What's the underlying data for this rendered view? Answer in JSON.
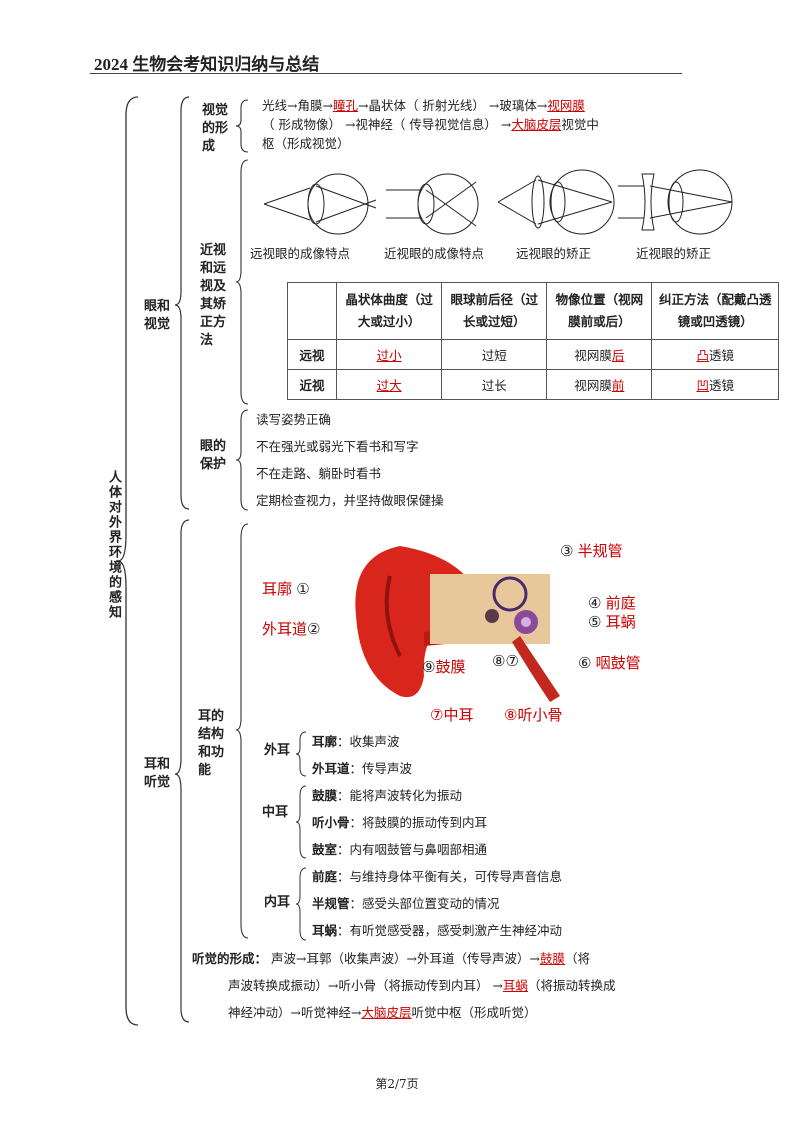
{
  "header": {
    "title": "2024 生物会考知识归纳与总结"
  },
  "root": {
    "label": "人体对外界环境的感知"
  },
  "eye_section": {
    "label": "眼和视觉",
    "formation": {
      "label": "视觉的形成",
      "line1_a": "光线→角膜→",
      "line1_pupil": "瞳孔",
      "line1_b": "→晶状体（ 折射光线） →玻璃体→",
      "line1_retina": "视网膜",
      "line2_a": "（ 形成物像） →视神经（ 传导视觉信息） →",
      "line2_cortex": "大脑皮层",
      "line2_b": "视觉中",
      "line3": "枢（形成视觉）"
    },
    "myopia": {
      "label": "近视和远视及其矫正方法",
      "captions": [
        "远视眼的成像特点",
        "近视眼的成像特点",
        "远视眼的矫正",
        "近视眼的矫正"
      ],
      "table": {
        "headers": [
          "",
          "晶状体曲度（过大或过小）",
          "眼球前后径（过长或过短）",
          "物像位置（视网膜前或后）",
          "纠正方法（配戴凸透镜或凹透镜）"
        ],
        "rows": [
          {
            "name": "远视",
            "curv": "过小",
            "len": "过短",
            "pos_a": "视网膜",
            "pos_b": "后",
            "fix_a": "凸",
            "fix_b": "透镜"
          },
          {
            "name": "近视",
            "curv": "过大",
            "len": "过长",
            "pos_a": "视网膜",
            "pos_b": "前",
            "fix_a": "凹",
            "fix_b": "透镜"
          }
        ]
      }
    },
    "protection": {
      "label": "眼的保护",
      "items": [
        "读写姿势正确",
        "不在强光或弱光下看书和写字",
        "不在走路、躺卧时看书",
        "定期检查视力，并坚持做眼保健操"
      ]
    }
  },
  "ear_section": {
    "label": "耳和听觉",
    "structure": {
      "label": "耳的结构和功能",
      "diagram_labels": {
        "n1": "①",
        "auricle": "耳廓",
        "n2": "②",
        "canal": "外耳道",
        "n3": "③",
        "semicircular": "半规管",
        "n4": "④",
        "vestibule": "前庭",
        "n5": "⑤",
        "cochlea": "耳蜗",
        "n6": "⑥",
        "eustachian": "咽鼓管",
        "n7": "⑦",
        "n8": "⑧",
        "n9": "⑨",
        "eardrum": "鼓膜",
        "middle_ear": "⑦中耳",
        "ossicles": "⑧听小骨"
      },
      "outer": {
        "label": "外耳",
        "items": [
          {
            "k": "耳廓",
            "v": "：收集声波"
          },
          {
            "k": "外耳道",
            "v": "：传导声波"
          }
        ]
      },
      "middle": {
        "label": "中耳",
        "items": [
          {
            "k": "鼓膜",
            "v": "：能将声波转化为振动"
          },
          {
            "k": "听小骨",
            "v": "：将鼓膜的振动传到内耳"
          },
          {
            "k": "鼓室",
            "v": "：内有咽鼓管与鼻咽部相通"
          }
        ]
      },
      "inner": {
        "label": "内耳",
        "items": [
          {
            "k": "前庭",
            "v": "：与维持身体平衡有关，可传导声音信息"
          },
          {
            "k": "半规管",
            "v": "：感受头部位置变动的情况"
          },
          {
            "k": "耳蜗",
            "v": "：有听觉感受器，感受刺激产生神经冲动"
          }
        ]
      }
    },
    "hearing": {
      "label": "听觉的形成：",
      "l1_a": "声波→耳郭（收集声波）→外耳道（传导声波）→",
      "l1_red": "鼓膜",
      "l1_b": "（将",
      "l2_a": "声波转换成振动）→听小骨（将振动传到内耳） →",
      "l2_red": "耳蜗",
      "l2_b": "（将振动转换成",
      "l3_a": "神经冲动）→听觉神经→",
      "l3_red": "大脑皮层",
      "l3_b": "听觉中枢（形成听觉）"
    }
  },
  "footer": {
    "page": "第2/7页"
  }
}
